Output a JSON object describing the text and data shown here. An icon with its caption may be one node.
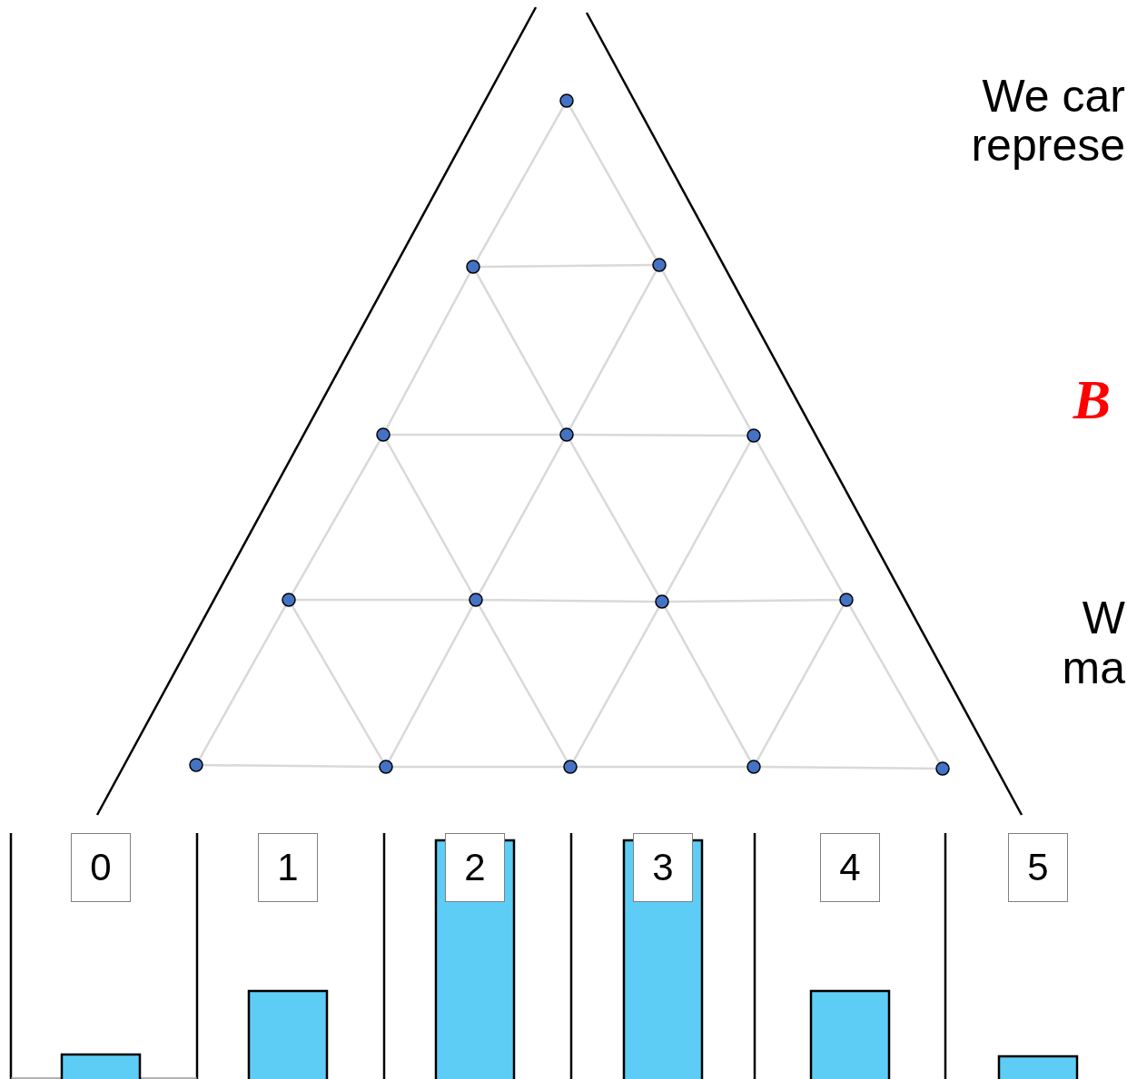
{
  "diagram": {
    "nodes": [
      {
        "text": [],
        "shape": "circle"
      },
      {
        "text": [],
        "shape": "circle"
      },
      {
        "text": [],
        "shape": "circle"
      },
      {
        "text": [],
        "shape": "circle"
      },
      {
        "text": [],
        "shape": "circle"
      },
      {
        "text": [],
        "shape": "circle"
      },
      {
        "text": [],
        "shape": "circle"
      },
      {
        "text": [],
        "shape": "circle"
      },
      {
        "text": [],
        "shape": "circle"
      },
      {
        "text": [],
        "shape": "circle"
      },
      {
        "text": [],
        "shape": "circle"
      },
      {
        "text": [],
        "shape": "circle"
      },
      {
        "text": [],
        "shape": "circle"
      },
      {
        "text": [],
        "shape": "circle"
      },
      {
        "text": [],
        "shape": "circle"
      },
      {
        "text": [
          "0"
        ]
      },
      {
        "text": [
          "1"
        ]
      },
      {
        "text": [
          "2"
        ]
      },
      {
        "text": [
          "3"
        ]
      },
      {
        "text": [
          "4"
        ]
      },
      {
        "text": [
          "5"
        ]
      }
    ],
    "edges": [
      {
        "from": 0,
        "to": 1,
        "arrow": "none"
      },
      {
        "from": 0,
        "to": 2,
        "arrow": "none"
      },
      {
        "from": 1,
        "to": 3,
        "arrow": "none"
      },
      {
        "from": 1,
        "to": 4,
        "arrow": "none"
      },
      {
        "from": 2,
        "to": 4,
        "arrow": "none"
      },
      {
        "from": 2,
        "to": 5,
        "arrow": "none"
      },
      {
        "from": 3,
        "to": 6,
        "arrow": "none"
      },
      {
        "from": 3,
        "to": 7,
        "arrow": "none"
      },
      {
        "from": 4,
        "to": 7,
        "arrow": "none"
      },
      {
        "from": 4,
        "to": 8,
        "arrow": "none"
      },
      {
        "from": 5,
        "to": 8,
        "arrow": "none"
      },
      {
        "from": 5,
        "to": 9,
        "arrow": "none"
      },
      {
        "from": 6,
        "to": 10,
        "arrow": "none"
      },
      {
        "from": 6,
        "to": 11,
        "arrow": "none"
      },
      {
        "from": 7,
        "to": 11,
        "arrow": "none"
      },
      {
        "from": 7,
        "to": 12,
        "arrow": "none"
      },
      {
        "from": 8,
        "to": 12,
        "arrow": "none"
      },
      {
        "from": 8,
        "to": 13,
        "arrow": "none"
      },
      {
        "from": 9,
        "to": 13,
        "arrow": "none"
      },
      {
        "from": 9,
        "to": 14,
        "arrow": "none"
      },
      {
        "from": 1,
        "to": 2,
        "arrow": "none"
      },
      {
        "from": 3,
        "to": 4,
        "arrow": "none"
      },
      {
        "from": 4,
        "to": 5,
        "arrow": "none"
      },
      {
        "from": 6,
        "to": 7,
        "arrow": "none"
      },
      {
        "from": 7,
        "to": 8,
        "arrow": "none"
      },
      {
        "from": 8,
        "to": 9,
        "arrow": "none"
      },
      {
        "from": 10,
        "to": 11,
        "arrow": "none"
      },
      {
        "from": 11,
        "to": 12,
        "arrow": "none"
      },
      {
        "from": 12,
        "to": 13,
        "arrow": "none"
      },
      {
        "from": 13,
        "to": 14,
        "arrow": "none"
      }
    ],
    "labels": [
      "We car",
      "represe",
      "B",
      "W",
      "ma"
    ]
  }
}
